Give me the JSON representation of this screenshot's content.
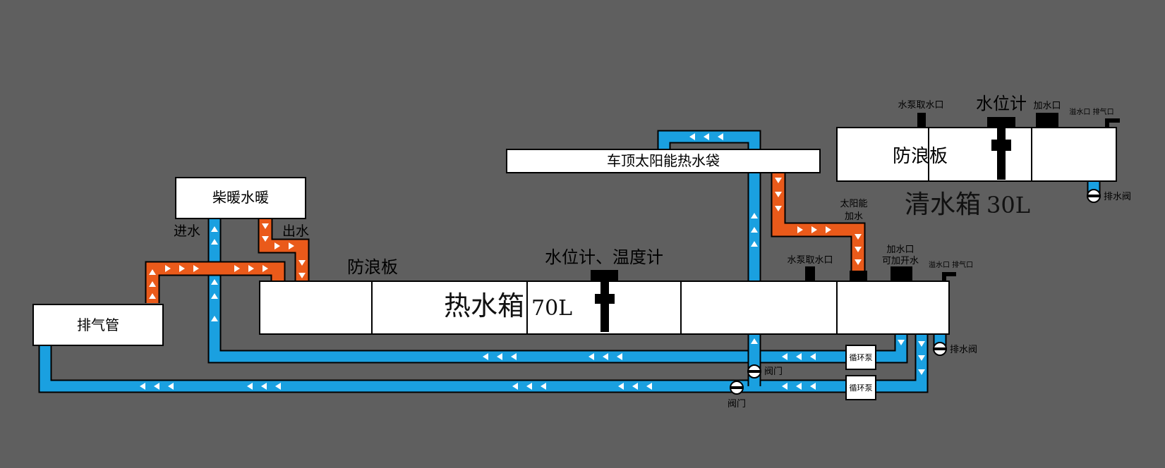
{
  "diagram": {
    "nodes": {
      "exhaust_pipe": "排气管",
      "diesel_heater": "柴暖水暖",
      "solar_bag": "车顶太阳能热水袋",
      "hot_tank": "热水箱",
      "hot_tank_capacity": "70L",
      "clean_tank": "清水箱",
      "clean_tank_capacity": "30L",
      "pump_1": "循环泵",
      "pump_2": "循环泵"
    },
    "labels": {
      "water_in": "进水",
      "water_out": "出水",
      "baffle_hot": "防浪板",
      "baffle_clean": "防浪板",
      "level_temp_gauge": "水位计、温度计",
      "level_gauge": "水位计",
      "pump_intake_hot": "水泵取水口",
      "pump_intake_clean": "水泵取水口",
      "solar_fill_line1": "太阳能",
      "solar_fill_line2": "加水",
      "fill_port_hot_line1": "加水口",
      "fill_port_hot_line2": "可加开水",
      "fill_port_clean": "加水口",
      "overflow_vent_hot": "溢水口 排气口",
      "overflow_vent_clean": "溢水口 排气口",
      "drain_valve_hot": "排水阀",
      "drain_valve_clean": "排水阀",
      "valve_1": "阀门",
      "valve_2": "阀门"
    },
    "colors": {
      "cold_pipe": "#1aa0e0",
      "hot_pipe": "#ea5a1a",
      "background": "#5f5f5f"
    }
  }
}
